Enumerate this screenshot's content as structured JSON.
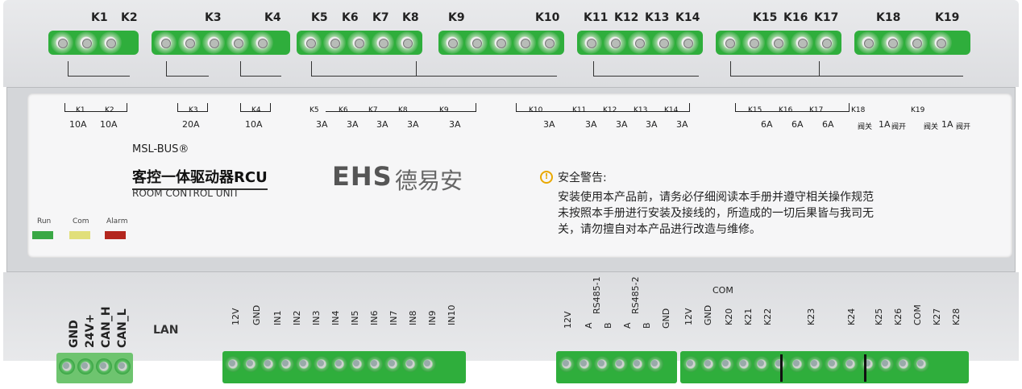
{
  "top_relays": [
    "K1",
    "K2",
    "K3",
    "K4",
    "K5",
    "K6",
    "K7",
    "K8",
    "K9",
    "K10",
    "K11",
    "K12",
    "K13",
    "K14",
    "K15",
    "K16",
    "K17",
    "K18",
    "K19"
  ],
  "panel_labels": {
    "k1": "K1",
    "k2": "K2",
    "k3": "K3",
    "k4": "K4",
    "k5": "K5",
    "k6": "K6",
    "k7": "K7",
    "k8": "K8",
    "k9": "K9",
    "k10": "K10",
    "k11": "K11",
    "k12": "K12",
    "k13": "K13",
    "k14": "K14",
    "k15": "K15",
    "k16": "K16",
    "k17": "K17",
    "k18": "K18",
    "k19": "K19",
    "valve_close": "阀关",
    "valve_open": "阀开"
  },
  "ratings": {
    "r10a_1": "10A",
    "r10a_2": "10A",
    "r20a": "20A",
    "r10a_3": "10A",
    "r3a_1": "3A",
    "r3a_2": "3A",
    "r3a_3": "3A",
    "r3a_4": "3A",
    "r3a_5": "3A",
    "r3a_6": "3A",
    "r3a_7": "3A",
    "r3a_8": "3A",
    "r3a_9": "3A",
    "r3a_10": "3A",
    "r6a_1": "6A",
    "r6a_2": "6A",
    "r6a_3": "6A",
    "r1a_1": "1A",
    "r1a_2": "1A"
  },
  "brand": {
    "bus": "MSL-BUS®",
    "product": "客控一体驱动器RCU",
    "subtitle": "ROOM CONTROL UNIT",
    "logo": "EHS",
    "logo_cn": "德易安"
  },
  "warning": {
    "icon": "warning-icon",
    "title": "安全警告:",
    "lines": [
      "安装使用本产品前，请务必仔细阅读本手册并遵守相关操作规范",
      "未按照本手册进行安装及接线的，所造成的一切后果皆与我司无",
      "关，请勿擅自对本产品进行改造与维修。"
    ]
  },
  "leds": [
    {
      "label": "Run",
      "color": "#3aa845"
    },
    {
      "label": "Com",
      "color": "#e1df7a"
    },
    {
      "label": "Alarm",
      "color": "#b3261e"
    }
  ],
  "bottom": {
    "can": [
      "GND",
      "24V+",
      "CAN_H",
      "CAN_L"
    ],
    "lan": "LAN",
    "inputs": [
      "12V",
      "GND",
      "IN1",
      "IN2",
      "IN3",
      "IN4",
      "IN5",
      "IN6",
      "IN7",
      "IN8",
      "IN9",
      "IN10"
    ],
    "rs485": [
      "12V",
      "A",
      "RS485-1",
      "B",
      "A",
      "RS485-2",
      "B",
      "GND"
    ],
    "outputs": [
      "12V",
      "GND",
      "K20",
      "K21",
      "K22",
      "K23",
      "K24",
      "K25",
      "K26",
      "COM",
      "K27",
      "K28"
    ],
    "com": "COM"
  }
}
